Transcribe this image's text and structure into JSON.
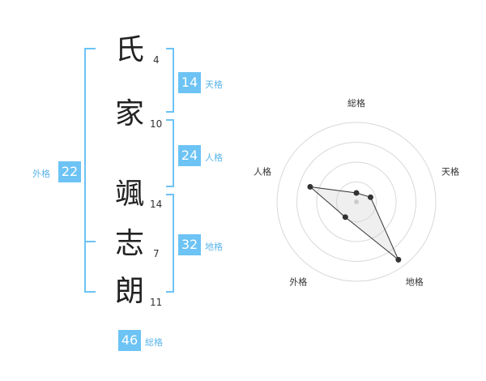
{
  "name": {
    "chars": [
      {
        "char": "氏",
        "strokes": "4"
      },
      {
        "char": "家",
        "strokes": "10"
      },
      {
        "char": "颯",
        "strokes": "14"
      },
      {
        "char": "志",
        "strokes": "7"
      },
      {
        "char": "朗",
        "strokes": "11"
      }
    ]
  },
  "kaku": {
    "tenkaku": {
      "value": "14",
      "label": "天格"
    },
    "jinkaku": {
      "value": "24",
      "label": "人格"
    },
    "chikaku": {
      "value": "32",
      "label": "地格"
    },
    "gaikaku": {
      "value": "22",
      "label": "外格"
    },
    "soukaku": {
      "value": "46",
      "label": "総格"
    }
  },
  "colors": {
    "accent": "#6cc3f4",
    "bracket": "#6cc3f4",
    "grid": "#d8d8d8"
  },
  "chart_data": {
    "type": "radar",
    "axes": [
      "総格",
      "天格",
      "地格",
      "外格",
      "人格"
    ],
    "max": 4,
    "rings": 4,
    "values": [
      0.45,
      0.75,
      3.6,
      0.95,
      2.45
    ]
  }
}
